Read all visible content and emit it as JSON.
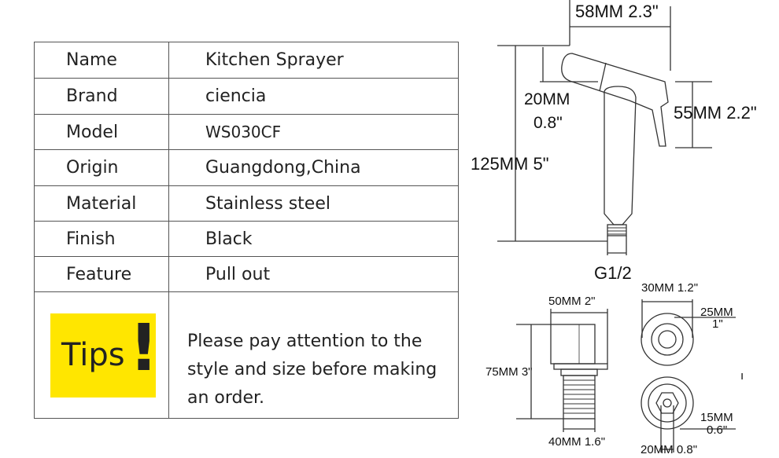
{
  "specs": [
    {
      "label": "Name",
      "value": "Kitchen Sprayer"
    },
    {
      "label": "Brand",
      "value": "ciencia"
    },
    {
      "label": "Model",
      "value": "WS030CF"
    },
    {
      "label": "Origin",
      "value": "Guangdong,China"
    },
    {
      "label": "Material",
      "value": "Stainless steel"
    },
    {
      "label": "Finish",
      "value": "Black"
    },
    {
      "label": "Feature",
      "value": "Pull out"
    }
  ],
  "tips": {
    "badge_text": "Tips",
    "badge_mark": "!",
    "badge_color": "#ffe600",
    "note": "Please pay attention to the style and size before making an order."
  },
  "dimensions": {
    "sprayer": {
      "top_width": "58MM 2.3\"",
      "head_thickness_mm": "20MM",
      "head_thickness_in": "0.8\"",
      "head_height": "55MM 2.2\"",
      "total_length": "125MM 5\"",
      "thread": "G1/2"
    },
    "holder": {
      "top_width": "50MM 2\"",
      "height": "75MM 3\"",
      "base_width": "40MM 1.6\""
    },
    "rings": {
      "outer_top": "30MM 1.2\"",
      "inner_top_mm": "25MM",
      "inner_top_in": "1\"",
      "nut_mm": "15MM",
      "nut_in": "0.6\"",
      "outer_bottom": "20MM 0.8\"",
      "stray_mark": "ı"
    }
  }
}
